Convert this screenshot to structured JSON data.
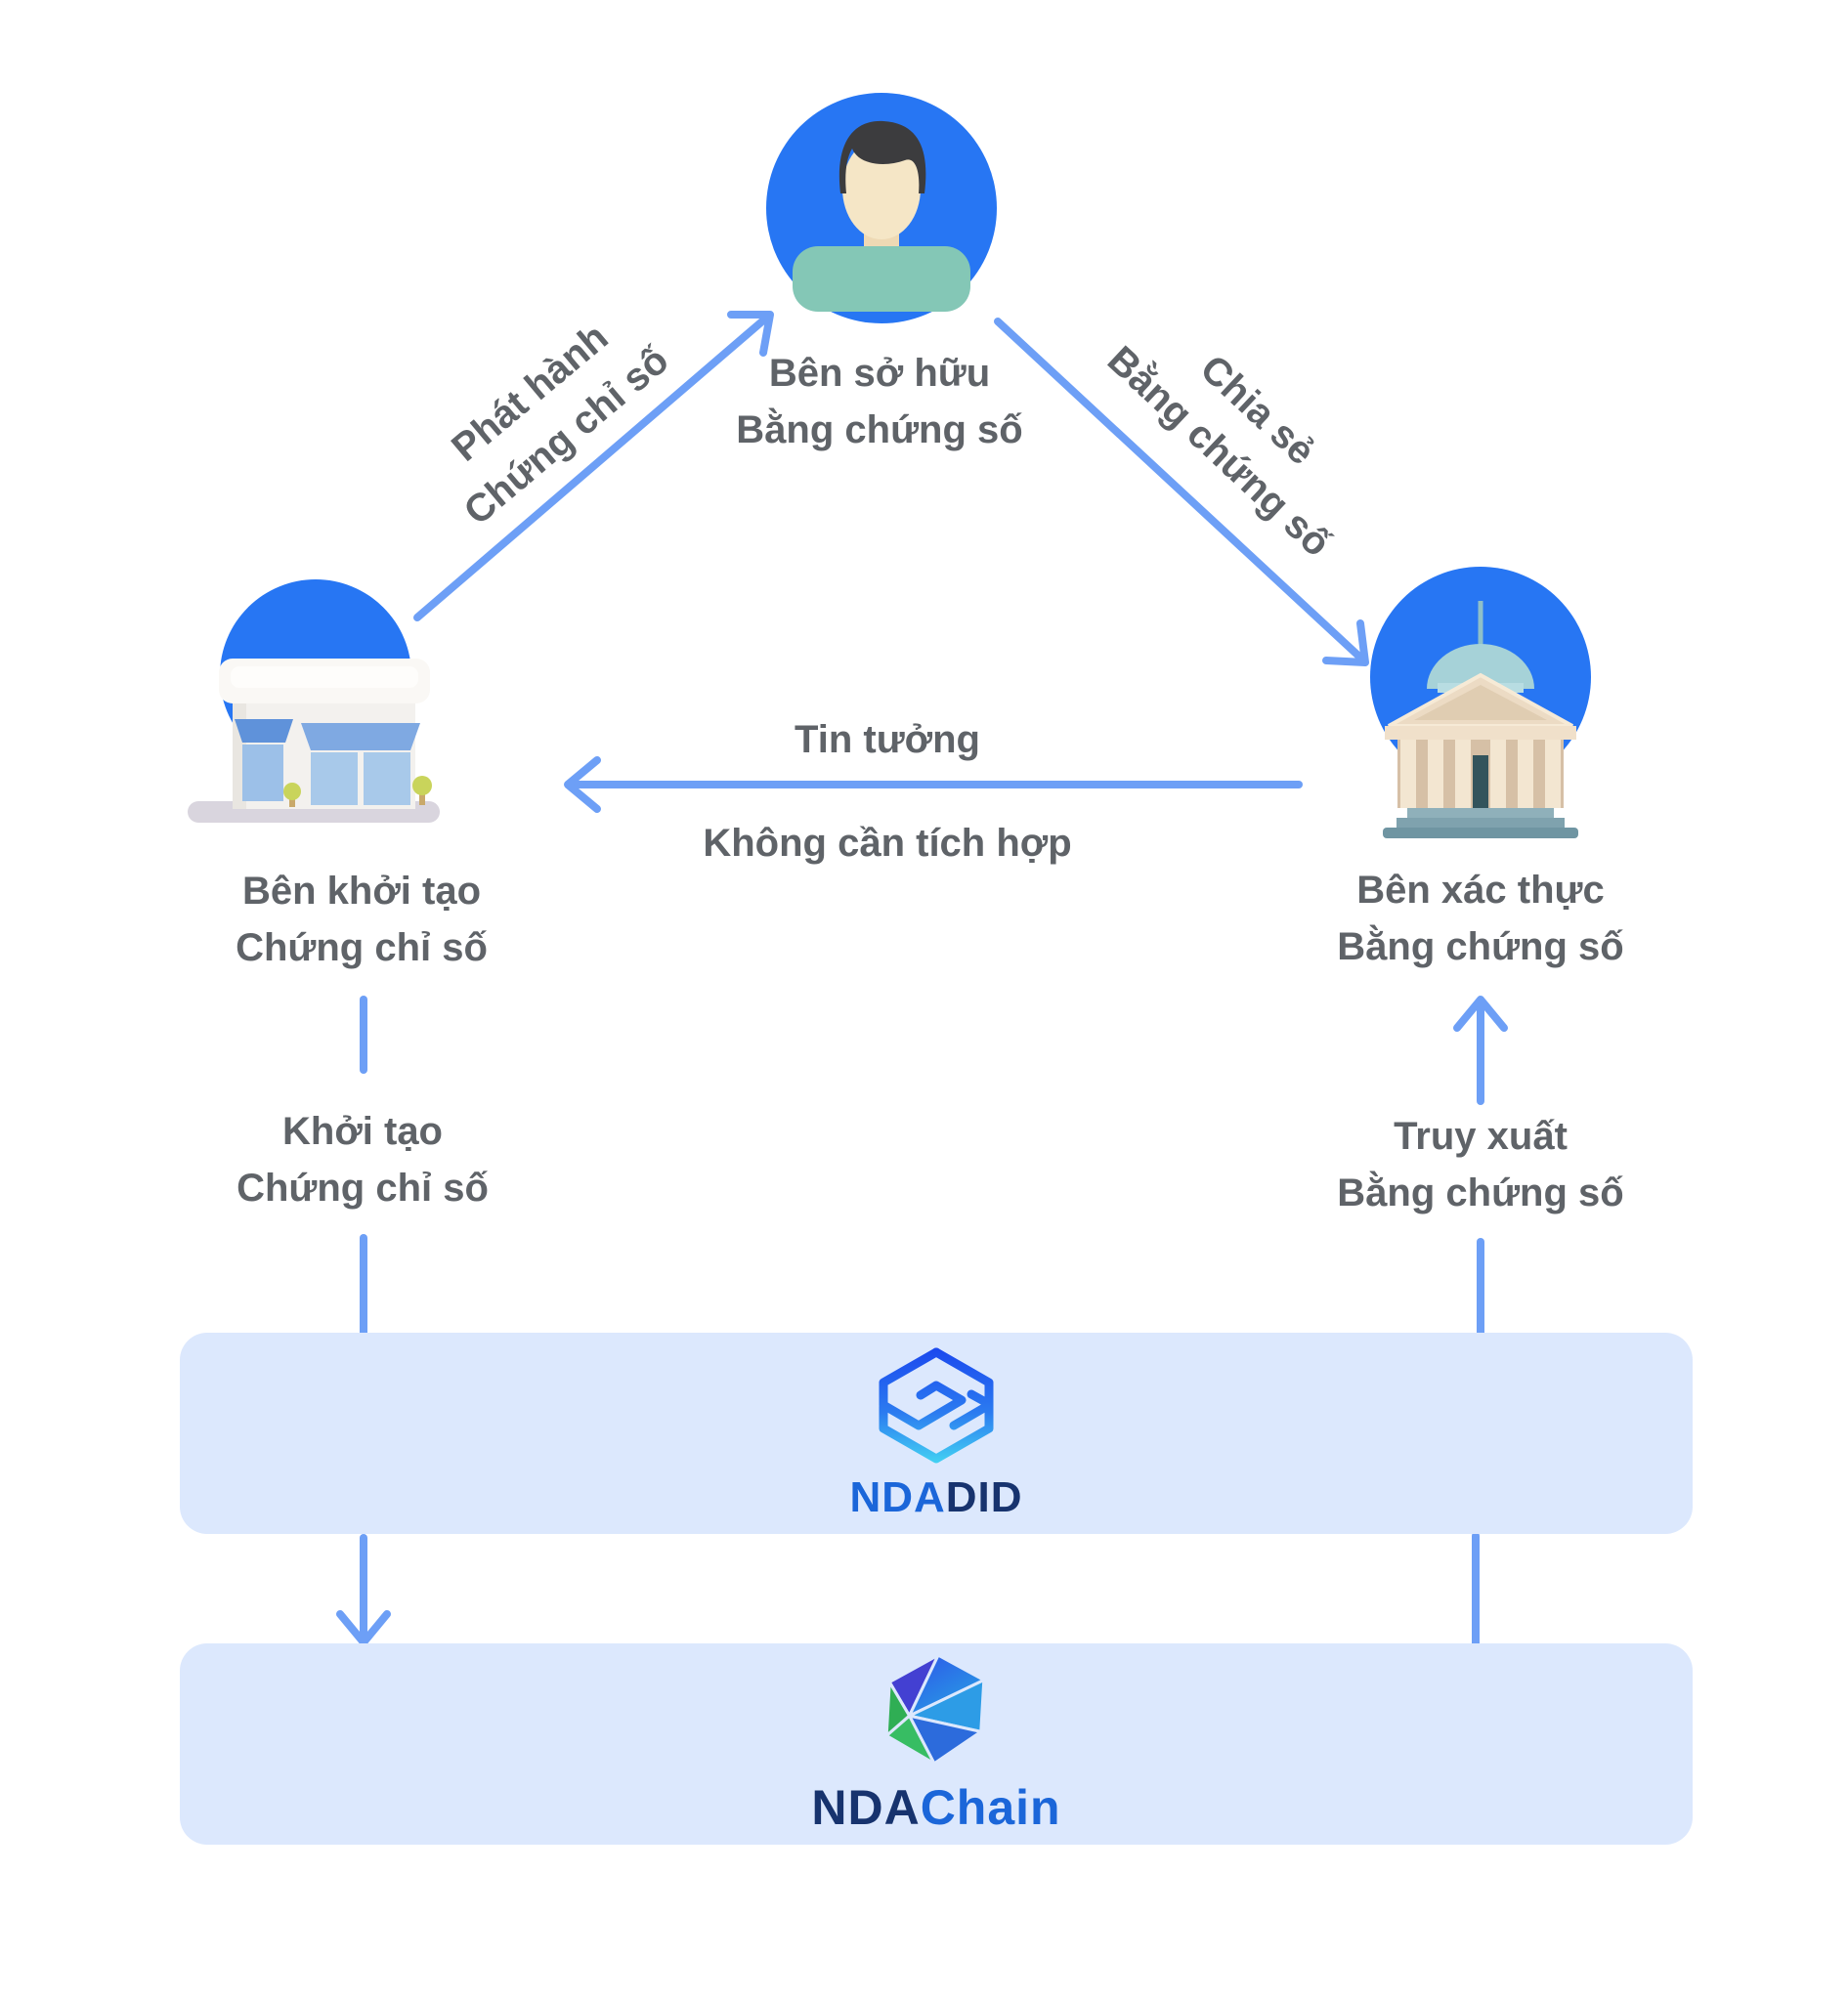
{
  "nodes": {
    "holder": {
      "line1": "Bên sở hữu",
      "line2": "Bằng chứng số"
    },
    "issuer": {
      "line1": "Bên khởi tạo",
      "line2": "Chứng chỉ số"
    },
    "verifier": {
      "line1": "Bên xác thực",
      "line2": "Bằng chứng số"
    }
  },
  "edges": {
    "issue": {
      "line1": "Phát hành",
      "line2": "Chứng chỉ số"
    },
    "share": {
      "line1": "Chia sẻ",
      "line2": "Bằng chứng số"
    },
    "trust": {
      "line1": "Tin tưởng",
      "line2": "Không cần tích hợp"
    },
    "create": {
      "line1": "Khởi tạo",
      "line2": "Chứng chỉ số"
    },
    "retrieve": {
      "line1": "Truy xuất",
      "line2": "Bằng chứng số"
    }
  },
  "platforms": {
    "ndadid": {
      "prefix": "NDA",
      "suffix": "DID"
    },
    "ndachain": {
      "prefix": "NDA",
      "suffix": "Chain"
    }
  },
  "icons": {
    "holder": "person-avatar-icon",
    "issuer": "store-building-icon",
    "verifier": "government-building-icon",
    "ndadid": "ndadid-logo-icon",
    "ndachain": "ndachain-logo-icon"
  },
  "colors": {
    "accent_blue": "#2776f3",
    "arrow_blue": "#6d9ff6",
    "bar_background": "#dce8fd",
    "label_gray": "#5f6368",
    "logo_blue": "#1b66d9",
    "logo_navy": "#17336e",
    "background": "#ffffff"
  }
}
